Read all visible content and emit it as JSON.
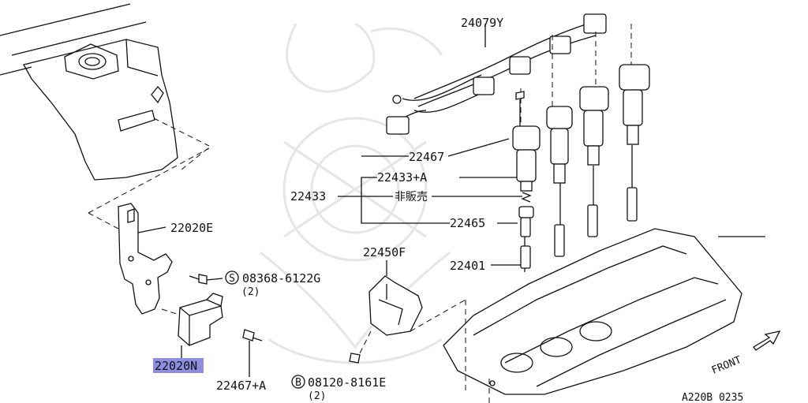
{
  "diagram": {
    "watermark_color": "#e6e6e6",
    "highlight_color": "#8e8ee0",
    "labels": {
      "harness": "24079Y",
      "coil_assy": "22467",
      "coil": "22433+A",
      "coil_group": "22433",
      "not_sold": "非販売",
      "boot": "22465",
      "spark_plug": "22401",
      "bracket_e": "22020E",
      "bolt_s_code": "S",
      "bolt_s": "08368-6122G",
      "bolt_s_qty": "(2)",
      "bracket_f": "22450F",
      "sensor": "22020N",
      "bolt_a": "22467+A",
      "bolt_b_code": "B",
      "bolt_b": "08120-8161E",
      "bolt_b_qty": "(2)",
      "front": "FRONT",
      "figure_id": "A220B 0235"
    }
  }
}
